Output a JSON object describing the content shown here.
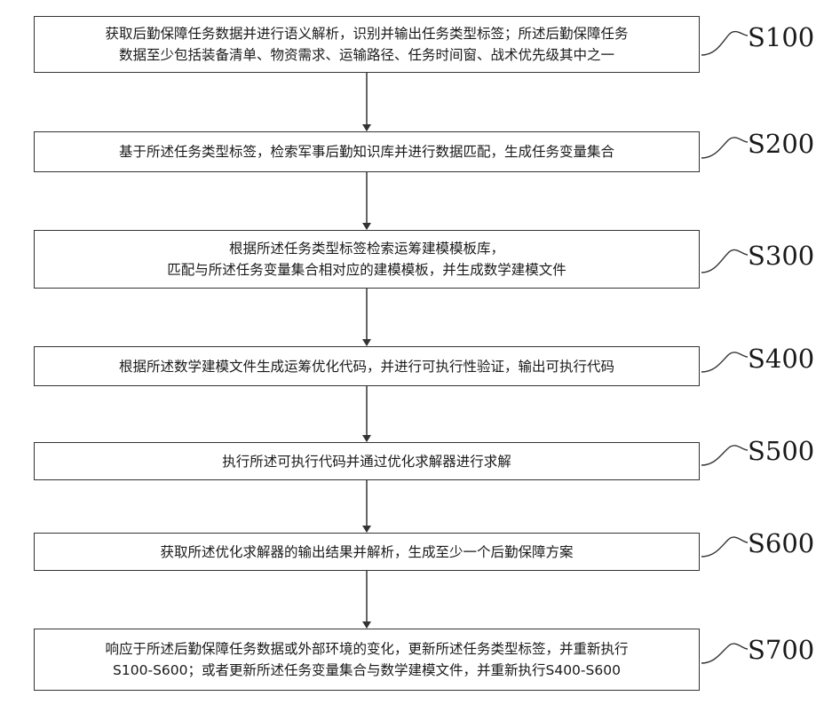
{
  "steps": [
    {
      "id": "S100",
      "lines": [
        "获取后勤保障任务数据并进行语义解析，识别并输出任务类型标签；所述后勤保障任务",
        "数据至少包括装备清单、物资需求、运输路径、任务时间窗、战术优先级其中之一"
      ]
    },
    {
      "id": "S200",
      "lines": [
        "基于所述任务类型标签，检索军事后勤知识库并进行数据匹配，生成任务变量集合"
      ]
    },
    {
      "id": "S300",
      "lines": [
        "根据所述任务类型标签检索运筹建模模板库，",
        "匹配与所述任务变量集合相对应的建模模板，并生成数学建模文件"
      ]
    },
    {
      "id": "S400",
      "lines": [
        "根据所述数学建模文件生成运筹优化代码，并进行可执行性验证，输出可执行代码"
      ]
    },
    {
      "id": "S500",
      "lines": [
        "执行所述可执行代码并通过优化求解器进行求解"
      ]
    },
    {
      "id": "S600",
      "lines": [
        "获取所述优化求解器的输出结果并解析，生成至少一个后勤保障方案"
      ]
    },
    {
      "id": "S700",
      "lines": [
        "响应于所述后勤保障任务数据或外部环境的变化，更新所述任务类型标签，并重新执行",
        "S100-S600；或者更新所述任务变量集合与数学建模文件，并重新执行S400-S600"
      ]
    }
  ]
}
